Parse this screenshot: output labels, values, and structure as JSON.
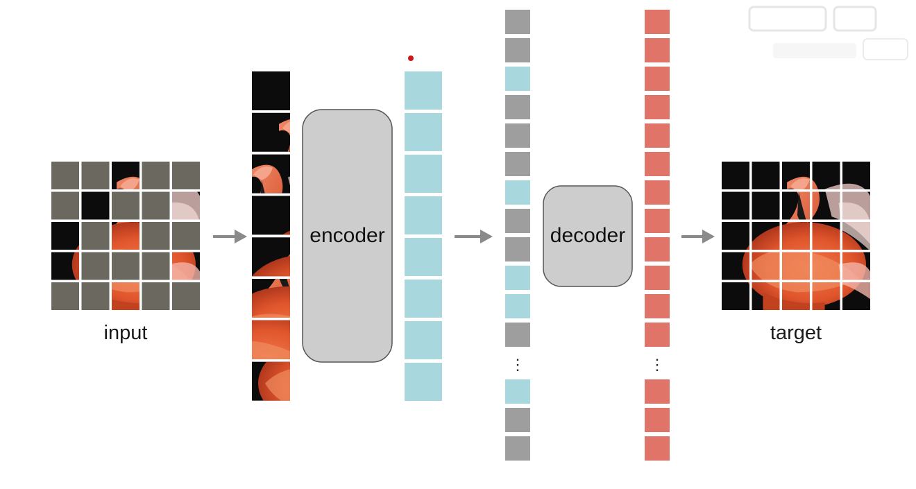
{
  "labels": {
    "input": "input",
    "encoder": "encoder",
    "decoder": "decoder",
    "target": "target",
    "ellipsis": "⋮"
  },
  "colors": {
    "mask_patch": "#6b6860",
    "visible_token": "#a8d8dd",
    "mask_token": "#9e9e9e",
    "output_token": "#e07468",
    "box_fill": "#cdcdcd",
    "box_stroke": "#555555",
    "arrow": "#8a8a8a",
    "marker_dot": "#d0151c"
  },
  "input_grid": {
    "rows": 5,
    "cols": 5,
    "visible": [
      [
        0,
        2
      ],
      [
        1,
        1
      ],
      [
        1,
        4
      ],
      [
        2,
        0
      ],
      [
        2,
        2
      ],
      [
        3,
        0
      ],
      [
        3,
        4
      ],
      [
        4,
        2
      ]
    ]
  },
  "patch_strip_count": 8,
  "encoder_tokens": 8,
  "decoder_sequence": [
    "mask",
    "mask",
    "visible",
    "mask",
    "mask",
    "mask",
    "visible",
    "mask",
    "mask",
    "visible",
    "visible",
    "mask",
    "ellipsis",
    "visible",
    "mask",
    "mask"
  ],
  "target_tokens": 12,
  "target_tail": 3
}
